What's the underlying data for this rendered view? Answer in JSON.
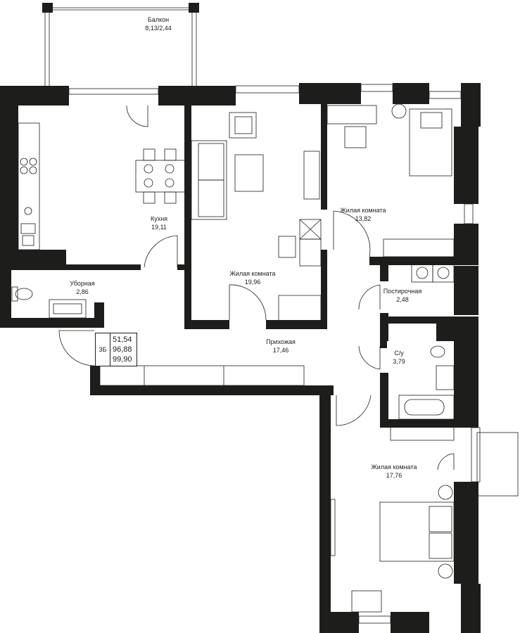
{
  "rooms": {
    "balcony": {
      "name": "Балкон",
      "area": "8,13/2,44"
    },
    "kitchen": {
      "name": "Кухня",
      "area": "19,11"
    },
    "toilet": {
      "name": "Уборная",
      "area": "2,86"
    },
    "living1": {
      "name": "Жилая комната",
      "area": "19,96"
    },
    "living2": {
      "name": "Жилая комната",
      "area": "13,82"
    },
    "laundry": {
      "name": "Постирочная",
      "area": "2,48"
    },
    "hall": {
      "name": "Прихожая",
      "area": "17,46"
    },
    "bathroom": {
      "name": "С/у",
      "area": "3,79"
    },
    "living3": {
      "name": "Жилая комната",
      "area": "17,76"
    }
  },
  "apartment": {
    "type": "3Б",
    "area_living": "51,54",
    "area_total": "96,88",
    "area_with_balcony": "99,90"
  },
  "colors": {
    "wall": "#1d1d1b",
    "line": "#1d1d1b",
    "background": "#ffffff"
  }
}
